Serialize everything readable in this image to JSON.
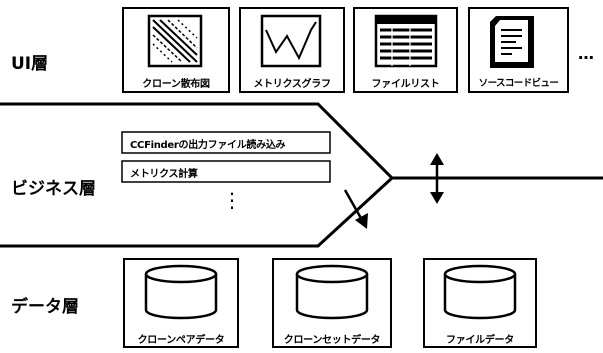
{
  "layers": {
    "ui": "UI層",
    "business": "ビジネス層",
    "data": "データ層"
  },
  "ui_views": [
    {
      "label": "クローン散布図",
      "icon": "scatter-plot-icon"
    },
    {
      "label": "メトリクスグラフ",
      "icon": "line-graph-icon"
    },
    {
      "label": "ファイルリスト",
      "icon": "table-list-icon"
    },
    {
      "label": "ソースコードビュー",
      "icon": "document-icon"
    }
  ],
  "ui_more": "…",
  "business_items": [
    "CCFinderの出力ファイル読み込み",
    "メトリクス計算"
  ],
  "business_more": "⋮",
  "data_stores": [
    "クローンペアデータ",
    "クローンセットデータ",
    "ファイルデータ"
  ]
}
